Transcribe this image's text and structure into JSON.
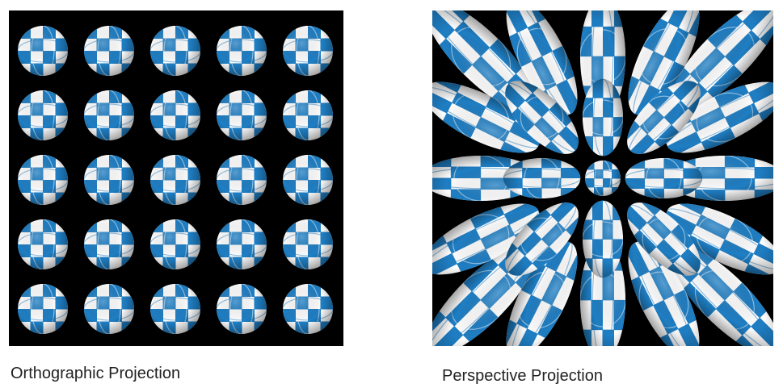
{
  "colors": {
    "background": "#000000",
    "checker_blue": "#1f7ec3",
    "checker_white": "#ffffff",
    "page": "#ffffff"
  },
  "panels": [
    {
      "id": "orthographic",
      "caption": "Orthographic Projection",
      "grid": {
        "rows": 5,
        "cols": 5
      },
      "object": "checkered-sphere"
    },
    {
      "id": "perspective",
      "caption": "Perspective Projection",
      "grid": {
        "rows": 5,
        "cols": 5
      },
      "object": "checkered-sphere"
    }
  ]
}
